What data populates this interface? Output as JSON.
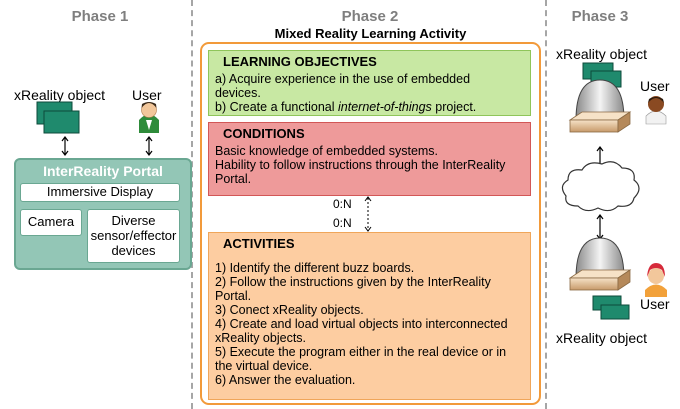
{
  "phases": {
    "phase1": "Phase 1",
    "phase2": "Phase 2",
    "phase3": "Phase 3"
  },
  "phase1": {
    "xreality_label": "xReality object",
    "user_label": "User",
    "portal": {
      "title": "InterReality Portal",
      "immersive_display": "Immersive Display",
      "camera": "Camera",
      "sensor_devices": [
        "Diverse",
        "sensor/effector",
        "devices"
      ]
    }
  },
  "phase2": {
    "title": "Mixed Reality Learning Activity",
    "learning_objectives": {
      "heading": "LEARNING OBJECTIVES",
      "line_a1": "a) Acquire experience in the use of embedded",
      "line_a2": "devices.",
      "line_b_prefix": "b) Create a functional ",
      "line_b_italic": "internet-of-things",
      "line_b_suffix": " project."
    },
    "conditions": {
      "heading": "CONDITIONS",
      "lines": [
        "Basic knowledge of embedded systems.",
        "Hability to follow instructions through the InterReality",
        "Portal."
      ]
    },
    "cardinality_top": "0:N",
    "cardinality_bottom": "0:N",
    "activities": {
      "heading": "ACTIVITIES",
      "lines": [
        "1) Identify the different buzz boards.",
        "2) Follow the instructions given by the InterReality",
        "Portal.",
        "3) Conect xReality objects.",
        "4) Create and load virtual objects into interconnected",
        "xReality objects.",
        "5) Execute the program either in the real device or in",
        "the virtual device.",
        "6) Answer the evaluation."
      ]
    }
  },
  "phase3": {
    "xreality_top": "xReality object",
    "user_top": "User",
    "user_bottom": "User",
    "xreality_bottom": "xReality object"
  },
  "colors": {
    "portal_fill": "#93c6b6",
    "objectives_fill": "#c8e8a3",
    "conditions_fill": "#ee9a9a",
    "activities_fill": "#fdcda1",
    "activity_border": "#f29a3a",
    "xreality_green": "#1f8a6d"
  }
}
